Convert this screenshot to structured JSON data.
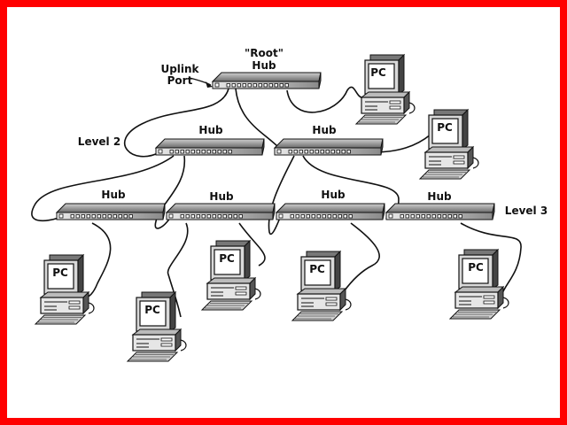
{
  "colors": {
    "border": "#ff0000",
    "background": "#ffffff",
    "ink": "#111111"
  },
  "labels": {
    "root_line1": "\"Root\"",
    "root_line2": "Hub",
    "uplink_line1": "Uplink",
    "uplink_line2": "Port",
    "level2": "Level 2",
    "level3": "Level 3",
    "hub": "Hub",
    "pc": "PC"
  }
}
